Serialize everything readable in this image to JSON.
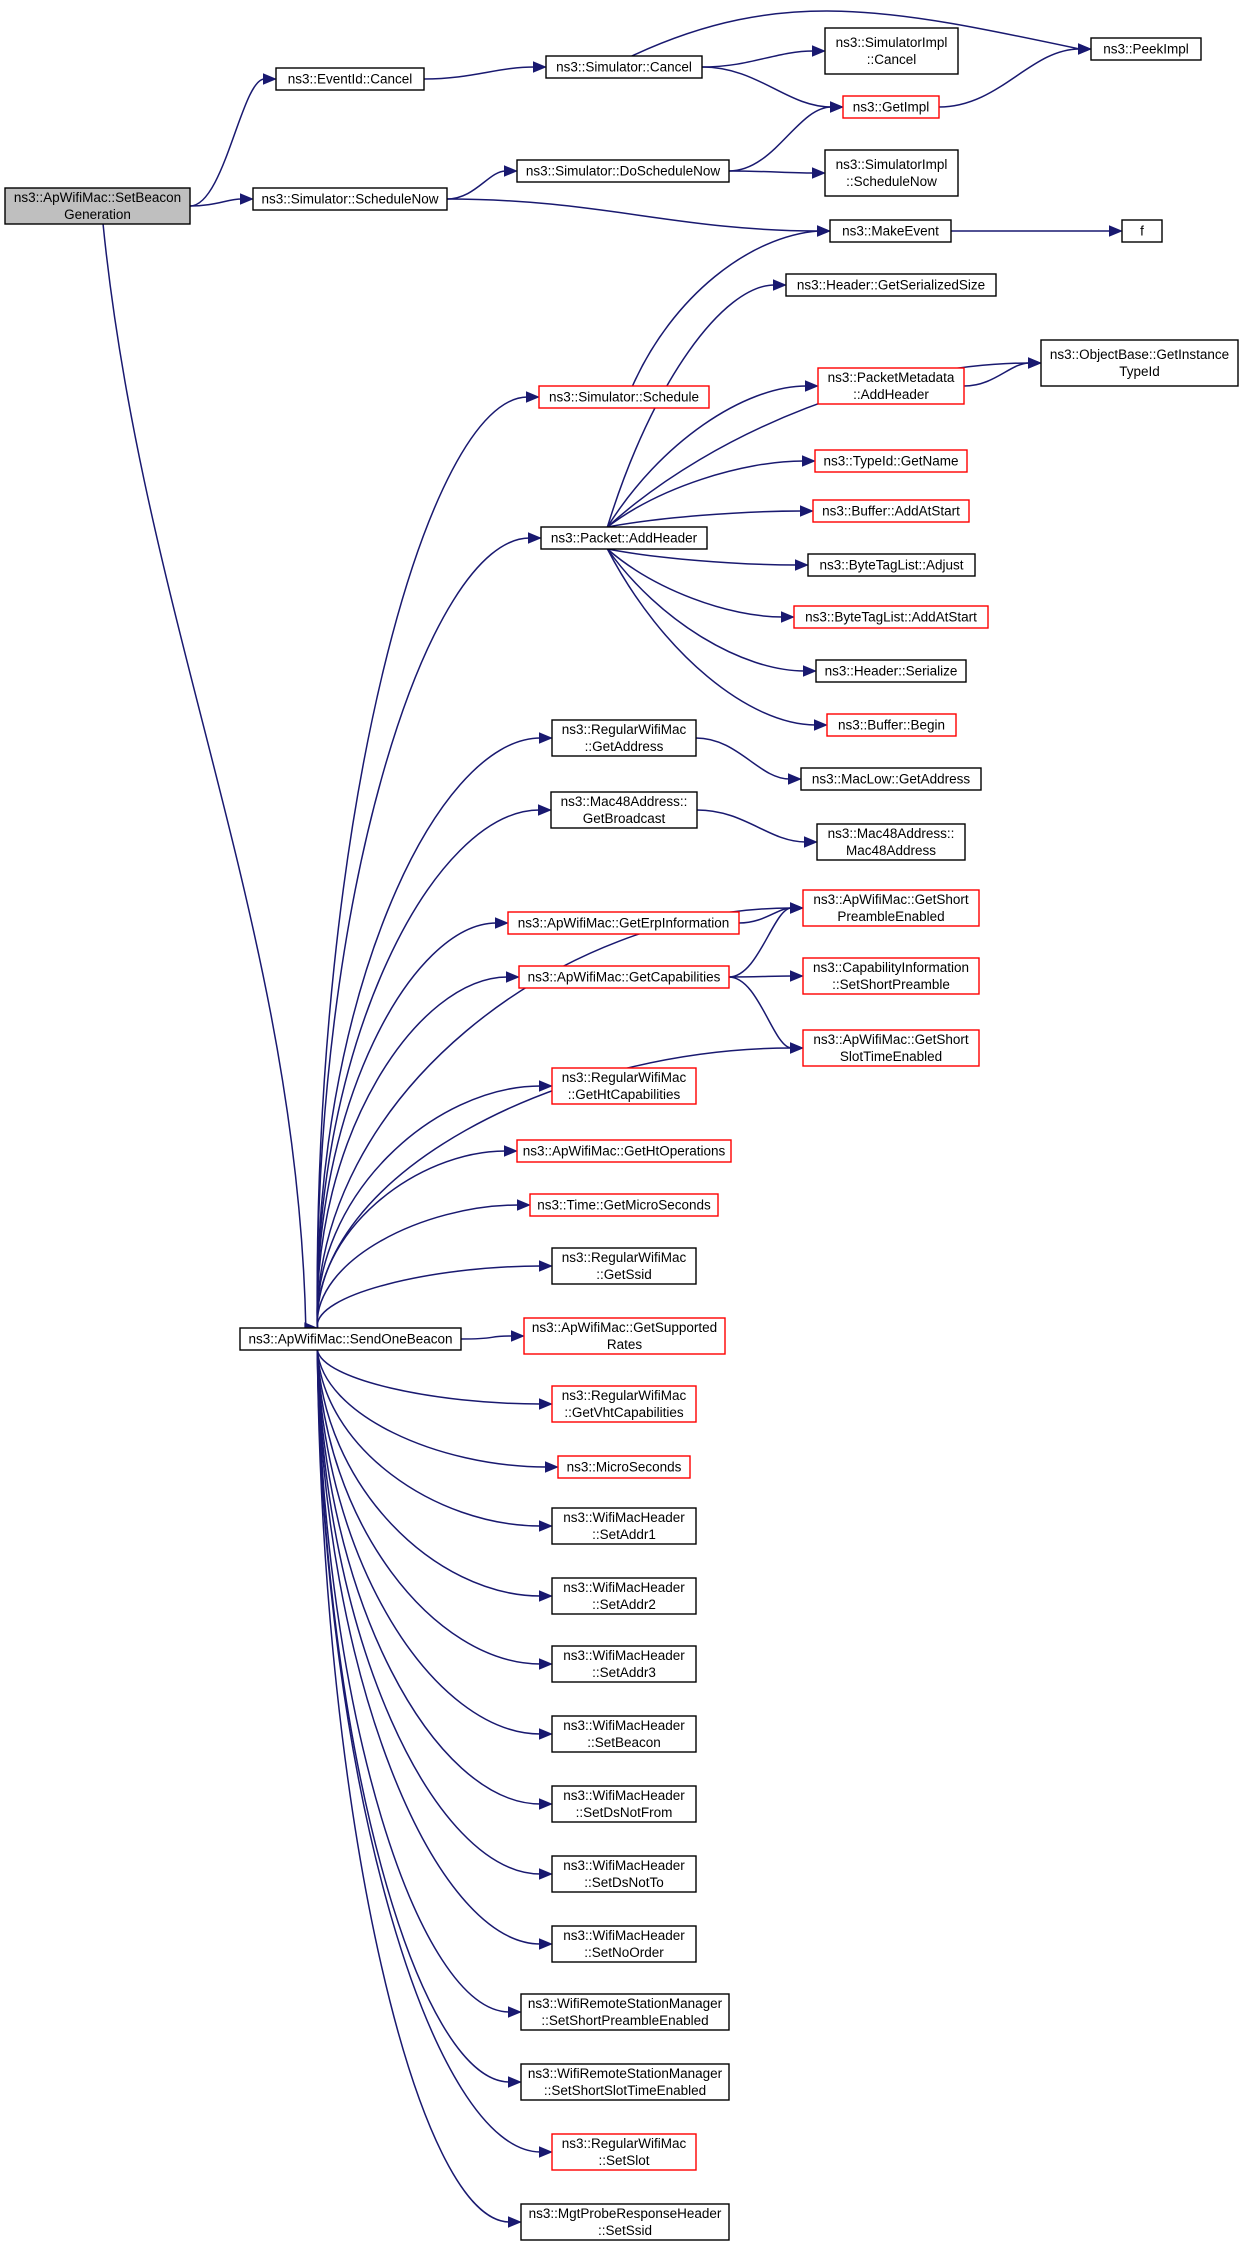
{
  "graph": {
    "colors": {
      "edge": "#191970",
      "normal_border": "#000000",
      "truncated_border": "#ff0000",
      "current_fill": "#bfbfbf"
    },
    "nodes": [
      {
        "id": "setbeacon",
        "lines": [
          "ns3::ApWifiMac::SetBeacon",
          "Generation"
        ],
        "style": "current"
      },
      {
        "id": "eventcancel",
        "lines": [
          "ns3::EventId::Cancel"
        ],
        "style": "normal"
      },
      {
        "id": "schednow",
        "lines": [
          "ns3::Simulator::ScheduleNow"
        ],
        "style": "normal"
      },
      {
        "id": "sendonebeacon",
        "lines": [
          "ns3::ApWifiMac::SendOneBeacon"
        ],
        "style": "normal"
      },
      {
        "id": "simcancel",
        "lines": [
          "ns3::Simulator::Cancel"
        ],
        "style": "normal"
      },
      {
        "id": "doschednow",
        "lines": [
          "ns3::Simulator::DoScheduleNow"
        ],
        "style": "normal"
      },
      {
        "id": "simschedule",
        "lines": [
          "ns3::Simulator::Schedule"
        ],
        "style": "red"
      },
      {
        "id": "pktaddheader",
        "lines": [
          "ns3::Packet::AddHeader"
        ],
        "style": "normal"
      },
      {
        "id": "rwm_getaddress",
        "lines": [
          "ns3::RegularWifiMac",
          "::GetAddress"
        ],
        "style": "normal"
      },
      {
        "id": "mac48_getbroadcast",
        "lines": [
          "ns3::Mac48Address::",
          "GetBroadcast"
        ],
        "style": "normal"
      },
      {
        "id": "getterp",
        "lines": [
          "ns3::ApWifiMac::GetErpInformation"
        ],
        "style": "red"
      },
      {
        "id": "getcaps",
        "lines": [
          "ns3::ApWifiMac::GetCapabilities"
        ],
        "style": "red"
      },
      {
        "id": "rwm_getht",
        "lines": [
          "ns3::RegularWifiMac",
          "::GetHtCapabilities"
        ],
        "style": "red"
      },
      {
        "id": "gethtops",
        "lines": [
          "ns3::ApWifiMac::GetHtOperations"
        ],
        "style": "red"
      },
      {
        "id": "time_getmicro",
        "lines": [
          "ns3::Time::GetMicroSeconds"
        ],
        "style": "red"
      },
      {
        "id": "rwm_getssid",
        "lines": [
          "ns3::RegularWifiMac",
          "::GetSsid"
        ],
        "style": "normal"
      },
      {
        "id": "getsupported",
        "lines": [
          "ns3::ApWifiMac::GetSupported",
          "Rates"
        ],
        "style": "red"
      },
      {
        "id": "rwm_getvht",
        "lines": [
          "ns3::RegularWifiMac",
          "::GetVhtCapabilities"
        ],
        "style": "red"
      },
      {
        "id": "microseconds",
        "lines": [
          "ns3::MicroSeconds"
        ],
        "style": "red"
      },
      {
        "id": "setaddr1",
        "lines": [
          "ns3::WifiMacHeader",
          "::SetAddr1"
        ],
        "style": "normal"
      },
      {
        "id": "setaddr2",
        "lines": [
          "ns3::WifiMacHeader",
          "::SetAddr2"
        ],
        "style": "normal"
      },
      {
        "id": "setaddr3",
        "lines": [
          "ns3::WifiMacHeader",
          "::SetAddr3"
        ],
        "style": "normal"
      },
      {
        "id": "setbeaconhdr",
        "lines": [
          "ns3::WifiMacHeader",
          "::SetBeacon"
        ],
        "style": "normal"
      },
      {
        "id": "setdsnotfrom",
        "lines": [
          "ns3::WifiMacHeader",
          "::SetDsNotFrom"
        ],
        "style": "normal"
      },
      {
        "id": "setdsnotto",
        "lines": [
          "ns3::WifiMacHeader",
          "::SetDsNotTo"
        ],
        "style": "normal"
      },
      {
        "id": "setnoorder",
        "lines": [
          "ns3::WifiMacHeader",
          "::SetNoOrder"
        ],
        "style": "normal"
      },
      {
        "id": "wrsm_setshortpre",
        "lines": [
          "ns3::WifiRemoteStationManager",
          "::SetShortPreambleEnabled"
        ],
        "style": "normal"
      },
      {
        "id": "wrsm_setshortslot",
        "lines": [
          "ns3::WifiRemoteStationManager",
          "::SetShortSlotTimeEnabled"
        ],
        "style": "normal"
      },
      {
        "id": "rwm_setslot",
        "lines": [
          "ns3::RegularWifiMac",
          "::SetSlot"
        ],
        "style": "red"
      },
      {
        "id": "mgtprobe_setssid",
        "lines": [
          "ns3::MgtProbeResponseHeader",
          "::SetSsid"
        ],
        "style": "normal"
      },
      {
        "id": "simimpl_cancel",
        "lines": [
          "ns3::SimulatorImpl",
          "::Cancel"
        ],
        "style": "normal"
      },
      {
        "id": "getimpl",
        "lines": [
          "ns3::GetImpl"
        ],
        "style": "red"
      },
      {
        "id": "simimpl_schednow",
        "lines": [
          "ns3::SimulatorImpl",
          "::ScheduleNow"
        ],
        "style": "normal"
      },
      {
        "id": "makeevent",
        "lines": [
          "ns3::MakeEvent"
        ],
        "style": "normal"
      },
      {
        "id": "peekimpl",
        "lines": [
          "ns3::PeekImpl"
        ],
        "style": "normal"
      },
      {
        "id": "f",
        "lines": [
          "f"
        ],
        "style": "normal"
      },
      {
        "id": "hdr_getsersize",
        "lines": [
          "ns3::Header::GetSerializedSize"
        ],
        "style": "normal"
      },
      {
        "id": "objbase_gettypeid",
        "lines": [
          "ns3::ObjectBase::GetInstance",
          "TypeId"
        ],
        "style": "normal"
      },
      {
        "id": "pktmeta_addheader",
        "lines": [
          "ns3::PacketMetadata",
          "::AddHeader"
        ],
        "style": "red"
      },
      {
        "id": "typeid_getname",
        "lines": [
          "ns3::TypeId::GetName"
        ],
        "style": "red"
      },
      {
        "id": "buffer_addatstart",
        "lines": [
          "ns3::Buffer::AddAtStart"
        ],
        "style": "red"
      },
      {
        "id": "btl_adjust",
        "lines": [
          "ns3::ByteTagList::Adjust"
        ],
        "style": "normal"
      },
      {
        "id": "btl_addatstart",
        "lines": [
          "ns3::ByteTagList::AddAtStart"
        ],
        "style": "red"
      },
      {
        "id": "hdr_serialize",
        "lines": [
          "ns3::Header::Serialize"
        ],
        "style": "normal"
      },
      {
        "id": "buffer_begin",
        "lines": [
          "ns3::Buffer::Begin"
        ],
        "style": "red"
      },
      {
        "id": "maclow_getaddress",
        "lines": [
          "ns3::MacLow::GetAddress"
        ],
        "style": "normal"
      },
      {
        "id": "mac48_ctor",
        "lines": [
          "ns3::Mac48Address::",
          "Mac48Address"
        ],
        "style": "normal"
      },
      {
        "id": "getshortpre",
        "lines": [
          "ns3::ApWifiMac::GetShort",
          "PreambleEnabled"
        ],
        "style": "red"
      },
      {
        "id": "capinfo_setshortpre",
        "lines": [
          "ns3::CapabilityInformation",
          "::SetShortPreamble"
        ],
        "style": "red"
      },
      {
        "id": "getshortslot",
        "lines": [
          "ns3::ApWifiMac::GetShort",
          "SlotTimeEnabled"
        ],
        "style": "red"
      }
    ],
    "edges": [
      [
        "setbeacon",
        "eventcancel"
      ],
      [
        "setbeacon",
        "schednow"
      ],
      [
        "setbeacon",
        "sendonebeacon"
      ],
      [
        "eventcancel",
        "simcancel"
      ],
      [
        "simcancel",
        "simimpl_cancel"
      ],
      [
        "simcancel",
        "getimpl"
      ],
      [
        "simcancel",
        "peekimpl"
      ],
      [
        "getimpl",
        "peekimpl"
      ],
      [
        "schednow",
        "doschednow"
      ],
      [
        "schednow",
        "makeevent"
      ],
      [
        "doschednow",
        "getimpl"
      ],
      [
        "doschednow",
        "simimpl_schednow"
      ],
      [
        "makeevent",
        "f"
      ],
      [
        "sendonebeacon",
        "simschedule"
      ],
      [
        "simschedule",
        "makeevent"
      ],
      [
        "sendonebeacon",
        "pktaddheader"
      ],
      [
        "pktaddheader",
        "hdr_getsersize"
      ],
      [
        "pktaddheader",
        "objbase_gettypeid"
      ],
      [
        "pktaddheader",
        "pktmeta_addheader"
      ],
      [
        "pktaddheader",
        "typeid_getname"
      ],
      [
        "pktaddheader",
        "buffer_addatstart"
      ],
      [
        "pktaddheader",
        "btl_adjust"
      ],
      [
        "pktaddheader",
        "btl_addatstart"
      ],
      [
        "pktaddheader",
        "hdr_serialize"
      ],
      [
        "pktaddheader",
        "buffer_begin"
      ],
      [
        "pktmeta_addheader",
        "objbase_gettypeid"
      ],
      [
        "sendonebeacon",
        "rwm_getaddress"
      ],
      [
        "rwm_getaddress",
        "maclow_getaddress"
      ],
      [
        "sendonebeacon",
        "mac48_getbroadcast"
      ],
      [
        "mac48_getbroadcast",
        "mac48_ctor"
      ],
      [
        "sendonebeacon",
        "getshortpre"
      ],
      [
        "sendonebeacon",
        "getterp"
      ],
      [
        "getterp",
        "getshortpre"
      ],
      [
        "sendonebeacon",
        "getcaps"
      ],
      [
        "getcaps",
        "getshortpre"
      ],
      [
        "getcaps",
        "capinfo_setshortpre"
      ],
      [
        "getcaps",
        "getshortslot"
      ],
      [
        "sendonebeacon",
        "getshortslot"
      ],
      [
        "sendonebeacon",
        "rwm_getht"
      ],
      [
        "sendonebeacon",
        "gethtops"
      ],
      [
        "sendonebeacon",
        "time_getmicro"
      ],
      [
        "sendonebeacon",
        "rwm_getssid"
      ],
      [
        "sendonebeacon",
        "getsupported"
      ],
      [
        "sendonebeacon",
        "rwm_getvht"
      ],
      [
        "sendonebeacon",
        "microseconds"
      ],
      [
        "sendonebeacon",
        "setaddr1"
      ],
      [
        "sendonebeacon",
        "setaddr2"
      ],
      [
        "sendonebeacon",
        "setaddr3"
      ],
      [
        "sendonebeacon",
        "setbeaconhdr"
      ],
      [
        "sendonebeacon",
        "setdsnotfrom"
      ],
      [
        "sendonebeacon",
        "setdsnotto"
      ],
      [
        "sendonebeacon",
        "setnoorder"
      ],
      [
        "sendonebeacon",
        "wrsm_setshortpre"
      ],
      [
        "sendonebeacon",
        "wrsm_setshortslot"
      ],
      [
        "sendonebeacon",
        "rwm_setslot"
      ],
      [
        "sendonebeacon",
        "mgtprobe_setssid"
      ]
    ]
  }
}
